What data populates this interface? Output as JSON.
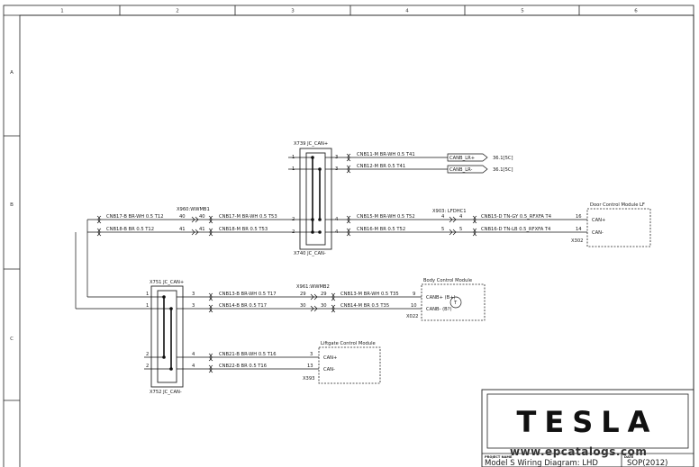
{
  "grid": {
    "columns": [
      "1",
      "2",
      "3",
      "4",
      "5",
      "6"
    ],
    "rows": [
      "A",
      "B",
      "C"
    ]
  },
  "connectors": {
    "x739": "X739  JC_CAN+",
    "x740": "X740  JC_CAN-",
    "x751": "X751  JC_CAN+",
    "x752": "X752  JC_CAN-",
    "x960": "X960:WWMB1",
    "x961": "X961:WWMB2",
    "x903": "X903: LFDHC1",
    "x302": "X302",
    "x022": "X022",
    "x393": "X393"
  },
  "wires": {
    "cnb11": "CNB11-M BR-WH 0.5 T41",
    "cnb12": "CNB12-M BR 0.5 T41",
    "cnb17b": "CNB17-B BR-WH 0.5 T12",
    "cnb18b": "CNB18-B BR 0.5 T12",
    "cnb17m": "CNB17-M BR-WH 0.5 T53",
    "cnb18m": "CNB18-M BR 0.5 T53",
    "cnb15m": "CNB15-M BR-WH 0.5 T52",
    "cnb16m": "CNB16-M BR 0.5 T52",
    "cnb15d": "CNB15-D TN-GY 0.5_RFXFA T4",
    "cnb16d": "CNB16-D TN-LB 0.5_RFXFA T4",
    "cnb13b": "CNB13-B BR-WH 0.5 T17",
    "cnb14b": "CNB14-B BR 0.5 T17",
    "cnb13m": "CNB13-M BR-WH 0.5 T35",
    "cnb14m": "CNB14-M BR 0.5 T35",
    "cnb21": "CNB21-B BR-WH 0.5 T16",
    "cnb22": "CNB22-B BR 0.5 T16"
  },
  "refs": {
    "canb_lr_plus": "CANB_LR+",
    "canb_lr_minus": "CANB_LR-",
    "ref1": "36.1[5C]",
    "ref2": "36.1[5C]"
  },
  "modules": {
    "door": {
      "title": "Door Control Module LF",
      "can_hi": "CAN+",
      "can_lo": "CAN-"
    },
    "body": {
      "title": "Body Control Module",
      "can_hi": "CANB+ (B+)",
      "can_lo": "CANB- (B?)",
      "term": "T"
    },
    "liftgate": {
      "title": "Liftgate Control Module",
      "can_hi": "CAN+",
      "can_lo": "CAN-"
    }
  },
  "pins": {
    "x739_l1": "1",
    "x739_l2": "1",
    "x739_r1": "3",
    "x739_r2": "3",
    "x740_l1": "2",
    "x740_l2": "2",
    "x740_r1": "4",
    "x740_r2": "4",
    "x960_a1": "40",
    "x960_a2": "40",
    "x960_b1": "41",
    "x960_b2": "41",
    "x903_a1": "4",
    "x903_a2": "4",
    "x903_b1": "5",
    "x903_b2": "5",
    "x302_1": "16",
    "x302_2": "14",
    "x751_l1": "1",
    "x751_l2": "1",
    "x751_r1": "3",
    "x751_r2": "3",
    "x752_l1": "2",
    "x752_l2": "2",
    "x752_r1": "4",
    "x752_r2": "4",
    "x961_a1": "29",
    "x961_a2": "29",
    "x961_b1": "30",
    "x961_b2": "30",
    "x022_1": "9",
    "x022_2": "10",
    "x393_1": "3",
    "x393_2": "13"
  },
  "title_block": {
    "logo": "TESLA",
    "project_label": "PROJECT NAME",
    "project": "Model S Wiring Diagram: LHD",
    "date_label": "DATE",
    "version": "SOP(2012)",
    "watermark": "www.epcatalogs.com"
  }
}
